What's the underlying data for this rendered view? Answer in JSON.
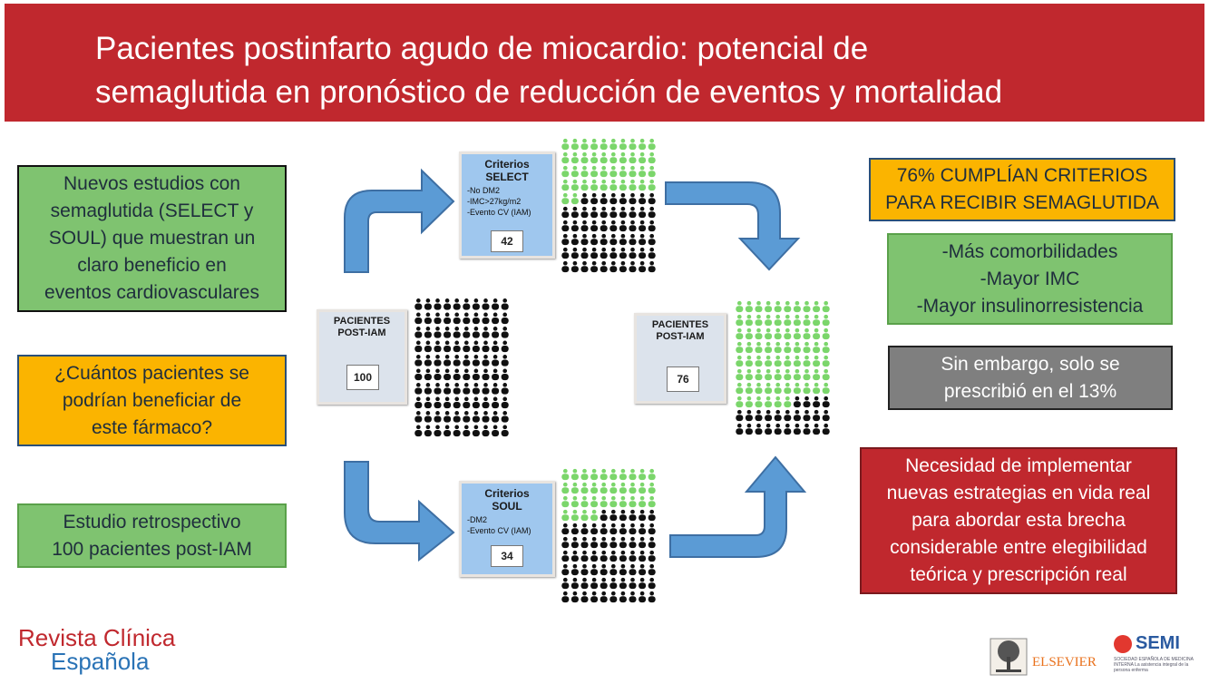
{
  "header": {
    "title_line1": "Pacientes postinfarto agudo de miocardio: potencial de",
    "title_line2": "semaglutida en pronóstico de reducción de eventos y mortalidad"
  },
  "left": {
    "box1": [
      "Nuevos estudios con",
      "semaglutida (SELECT y",
      "SOUL) que muestran un",
      "claro beneficio en",
      "eventos cardiovasculares"
    ],
    "box2": [
      "¿Cuántos pacientes se",
      "podrían beneficiar de",
      "este fármaco?"
    ],
    "box3": [
      "Estudio retrospectivo",
      "100 pacientes post-IAM"
    ]
  },
  "center": {
    "patients_left": {
      "title": [
        "PACIENTES",
        "POST-IAM"
      ],
      "count": "100"
    },
    "select": {
      "title": [
        "Criterios",
        "SELECT"
      ],
      "items": [
        "-No DM2",
        "-IMC>27kg/m2",
        "-Evento CV (IAM)"
      ],
      "count": "42"
    },
    "soul": {
      "title": [
        "Criterios",
        "SOUL"
      ],
      "items": [
        "-DM2",
        "-Evento CV (IAM)"
      ],
      "count": "34"
    },
    "patients_right": {
      "title": [
        "PACIENTES",
        "POST-IAM"
      ],
      "count": "76"
    },
    "colors": {
      "highlight": "#7bd66b",
      "base": "#111111",
      "arrow": "#5b9bd5"
    }
  },
  "right": {
    "box1": [
      "76% CUMPLÍAN CRITERIOS",
      "PARA RECIBIR SEMAGLUTIDA"
    ],
    "box2": [
      "-Más comorbilidades",
      "-Mayor IMC",
      "-Mayor insulinorresistencia"
    ],
    "box3": [
      "Sin embargo, solo se",
      "prescribió en el 13%"
    ],
    "box4": [
      "Necesidad de implementar",
      "nuevas estrategias en vida real",
      "para abordar esta brecha",
      "considerable entre elegibilidad",
      "teórica y prescripción real"
    ]
  },
  "footer": {
    "journal_line1": "Revista Clínica",
    "journal_line2": "Española",
    "publisher": "ELSEVIER",
    "society": "SEMI",
    "society_sub": "SOCIEDAD ESPAÑOLA DE MEDICINA INTERNA La asistencia integral de la persona enferma"
  }
}
